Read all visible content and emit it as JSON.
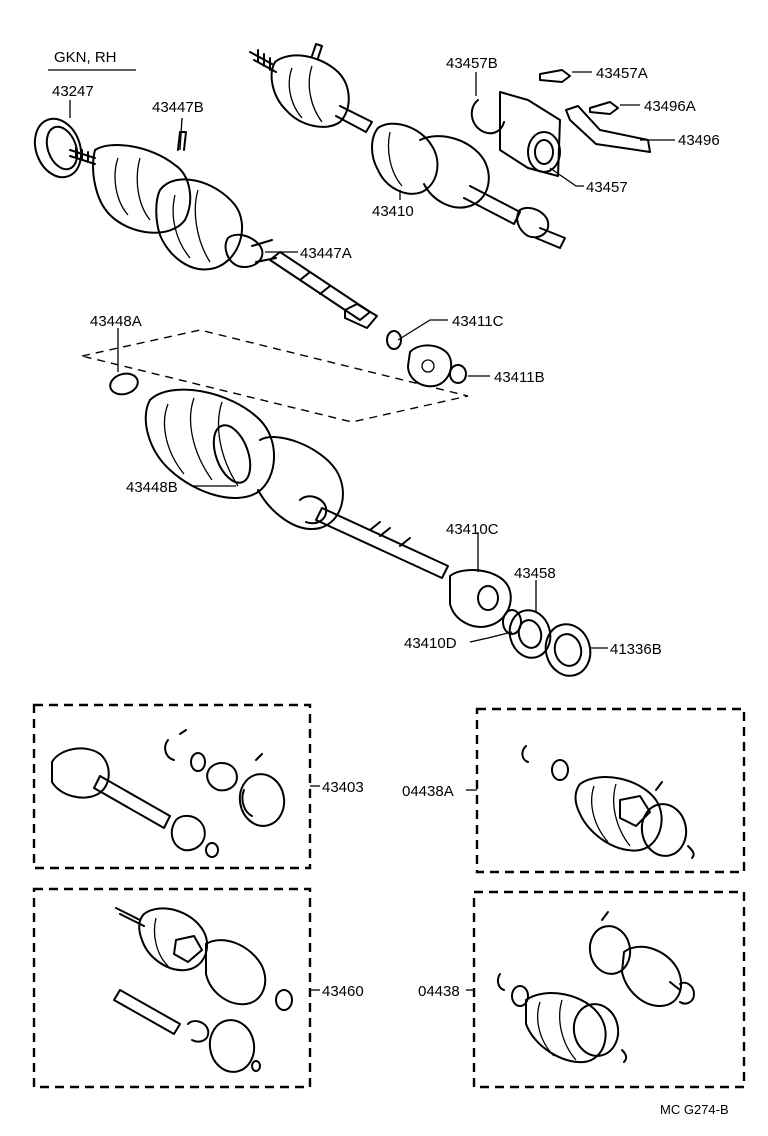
{
  "header": {
    "variant": "GKN, RH"
  },
  "footer": {
    "ref": "MC  G274-B"
  },
  "parts": {
    "p43247": "43247",
    "p43447B": "43447B",
    "p43447A": "43447A",
    "p43410": "43410",
    "p43457B": "43457B",
    "p43457A": "43457A",
    "p43496A": "43496A",
    "p43496": "43496",
    "p43457": "43457",
    "p43448A": "43448A",
    "p43411C": "43411C",
    "p43411B": "43411B",
    "p43448B": "43448B",
    "p43410C": "43410C",
    "p43458": "43458",
    "p43410D": "43410D",
    "p41336B": "41336B",
    "p43403": "43403",
    "p04438A": "04438A",
    "p43460": "43460",
    "p04438": "04438"
  }
}
